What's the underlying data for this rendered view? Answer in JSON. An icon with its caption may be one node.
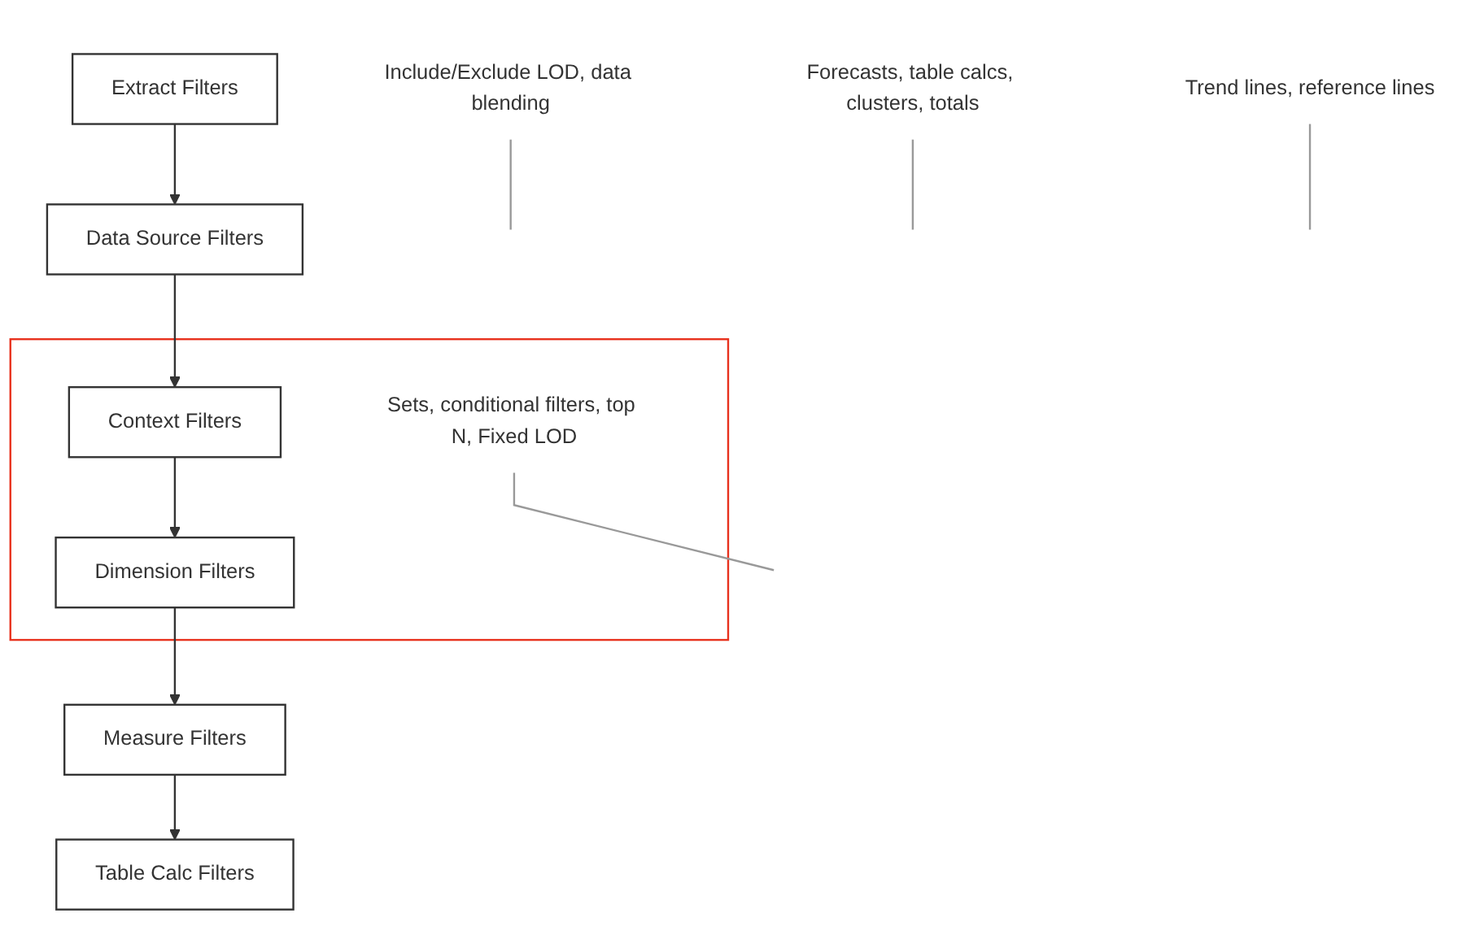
{
  "diagram": {
    "nodes": [
      {
        "text": [
          "Extract Filters"
        ]
      },
      {
        "text": [
          "Data Source Filters"
        ]
      },
      {
        "text": [],
        "shape": "box"
      },
      {
        "text": [
          "Context Filters"
        ],
        "in": 2
      },
      {
        "text": [
          "Dimension Filters"
        ],
        "in": 2
      },
      {
        "text": [
          "Sets, conditional filters, top N, Fixed LOD"
        ],
        "in": 2
      },
      {
        "text": [
          "Include/Exclude LOD, data blending"
        ]
      },
      {
        "text": [
          "Measure Filters"
        ]
      },
      {
        "text": [
          "Forecasts, table calcs, clusters, totals"
        ]
      },
      {
        "text": [
          "Table Calc Filters"
        ]
      },
      {
        "text": [
          "Trend lines, reference lines"
        ]
      }
    ],
    "edges": [
      {
        "from": 0,
        "to": 1,
        "arrow": "to"
      },
      {
        "from": 1,
        "to": 3,
        "arrow": "to"
      },
      {
        "from": 3,
        "to": 4,
        "arrow": "to"
      },
      {
        "from": 4,
        "to": 7,
        "arrow": "to"
      },
      {
        "from": 7,
        "to": 9,
        "arrow": "to"
      },
      {
        "from": 5,
        "to": null,
        "arrow": "none",
        "color": "#999999"
      },
      {
        "from": 6,
        "to": null,
        "arrow": "none",
        "color": "#999999"
      },
      {
        "from": 8,
        "to": null,
        "arrow": "none",
        "color": "#999999"
      },
      {
        "from": 10,
        "to": null,
        "arrow": "none",
        "color": "#999999"
      }
    ]
  }
}
